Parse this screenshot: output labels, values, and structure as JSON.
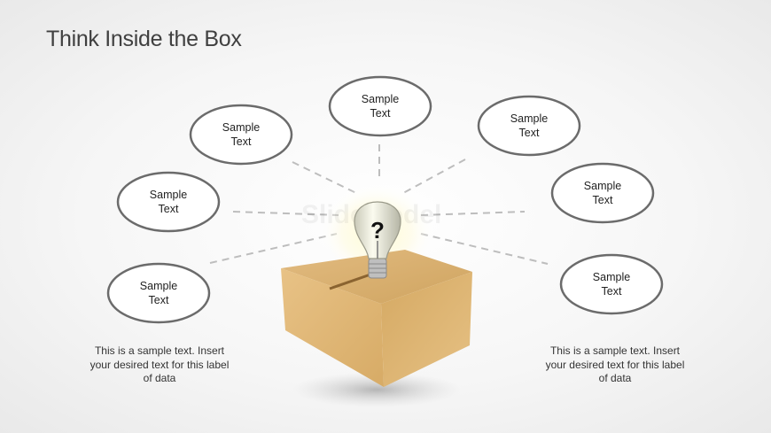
{
  "slide": {
    "title": "Think Inside the Box",
    "watermark": "SlideModel.com",
    "center_icon": "lightbulb-question-icon",
    "box_icon": "cardboard-box-icon"
  },
  "ovals": [
    {
      "line1": "Sample",
      "line2": "Text"
    },
    {
      "line1": "Sample",
      "line2": "Text"
    },
    {
      "line1": "Sample",
      "line2": "Text"
    },
    {
      "line1": "Sample",
      "line2": "Text"
    },
    {
      "line1": "Sample",
      "line2": "Text"
    },
    {
      "line1": "Sample",
      "line2": "Text"
    },
    {
      "line1": "Sample",
      "line2": "Text"
    }
  ],
  "notes": {
    "left": {
      "line1": "This is a sample text. Insert",
      "line2": "your desired text for this label",
      "line3": "of data"
    },
    "right": {
      "line1": "This is a sample text. Insert",
      "line2": "your desired text for this label",
      "line3": "of data"
    }
  },
  "colors": {
    "oval_stroke": "#6b6b6b",
    "box": "#d9ad6c",
    "connector": "#bdbdbd"
  }
}
